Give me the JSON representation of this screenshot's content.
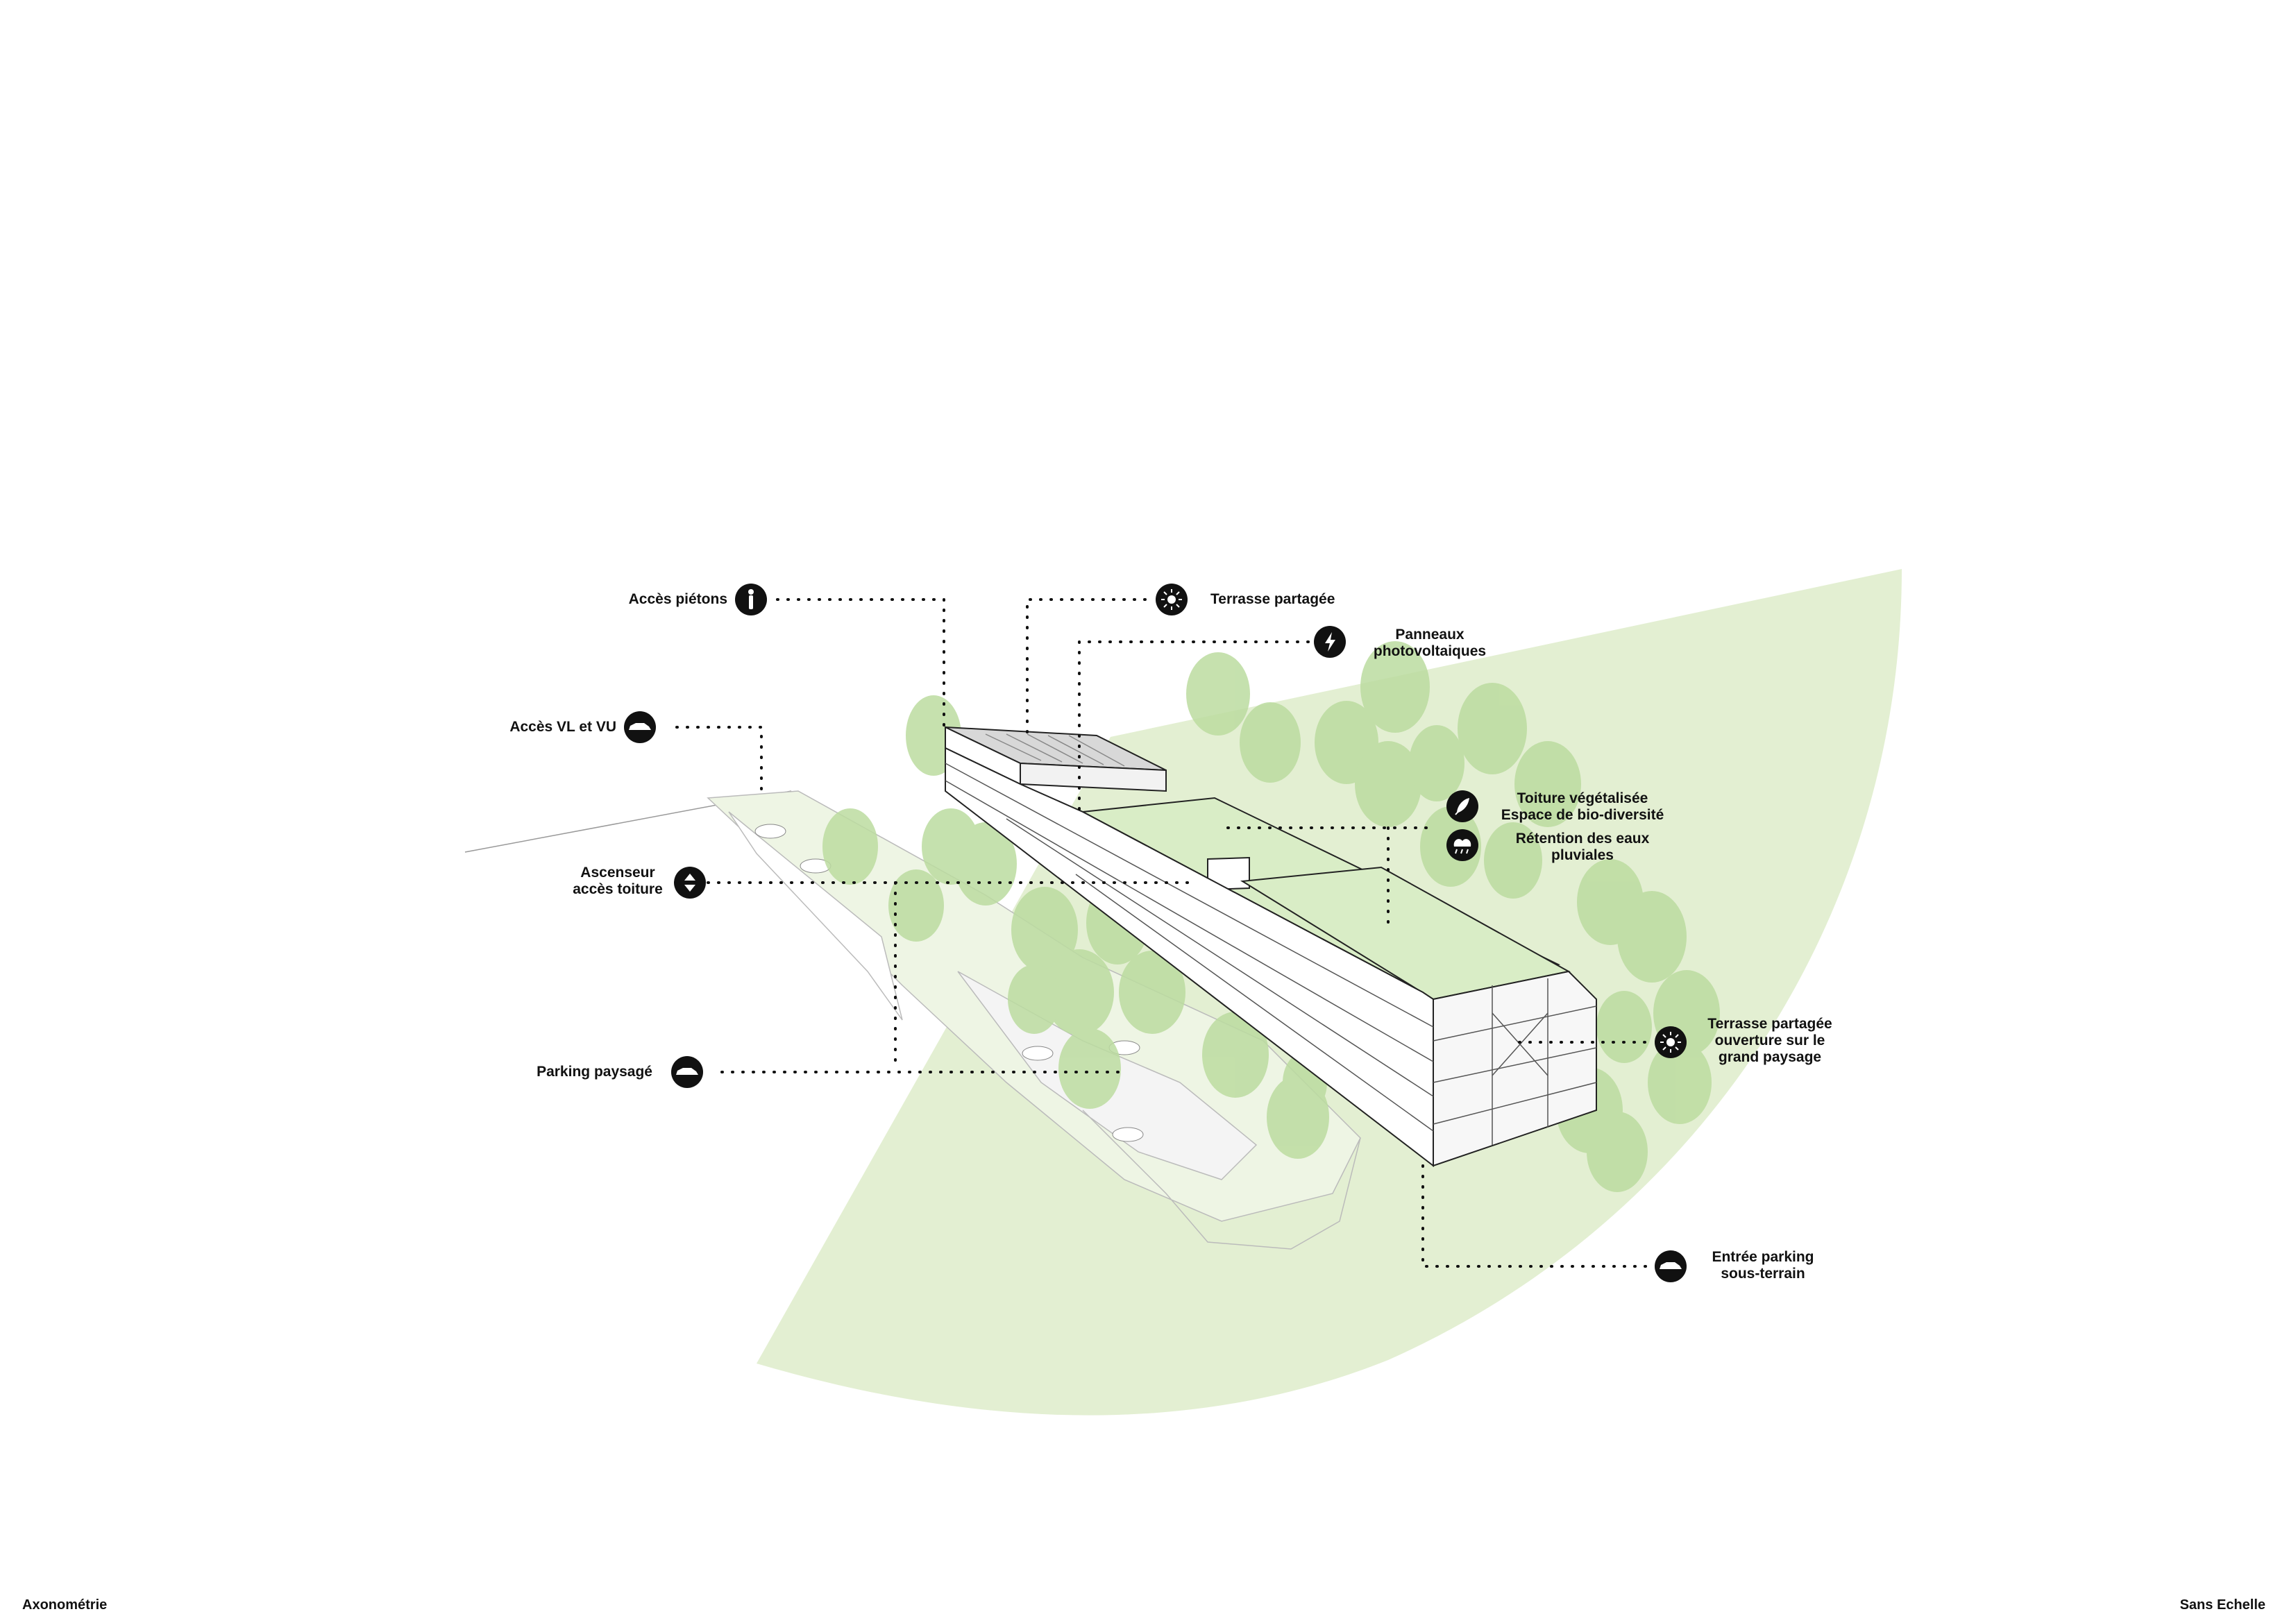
{
  "labels": {
    "acces_pietons": "Accès piétons",
    "terrasse_partagee": "Terrasse partagée",
    "panneaux_line1": "Panneaux",
    "panneaux_line2": "photovoltaiques",
    "acces_vl": "Accès VL et VU",
    "toiture_line1": "Toiture végétalisée",
    "toiture_line2": "Espace de bio-diversité",
    "retention_line1": "Rétention des eaux",
    "retention_line2": "pluviales",
    "ascenseur_line1": "Ascenseur",
    "ascenseur_line2": "accès toiture",
    "parking_paysage": "Parking paysagé",
    "terrasse_grand_line1": "Terrasse partagée",
    "terrasse_grand_line2": "ouverture sur le",
    "terrasse_grand_line3": "grand paysage",
    "entree_line1": "Entrée parking",
    "entree_line2": "sous-terrain"
  },
  "icons": {
    "pedestrian": "pedestrian-icon",
    "sun": "sun-icon",
    "lightning": "lightning-icon",
    "car": "car-icon",
    "plant": "plant-icon",
    "rain": "rain-cloud-icon",
    "elevator": "elevator-icon"
  },
  "colors": {
    "landscape_green": "#e3efd2",
    "tree_green": "#bcdca0",
    "roof_green": "#d9edc6",
    "ink": "#111111"
  },
  "footer": {
    "left": "Axonométrie",
    "right": "Sans Echelle"
  }
}
